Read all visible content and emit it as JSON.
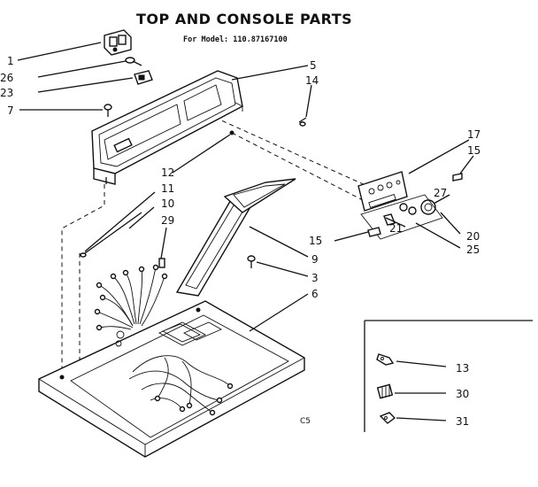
{
  "title": "TOP AND CONSOLE PARTS",
  "model_line": "For Model: 110.87167100",
  "reference_code": "C5",
  "callouts": [
    {
      "id": "1",
      "label": "1"
    },
    {
      "id": "26",
      "label": "26"
    },
    {
      "id": "23",
      "label": "23"
    },
    {
      "id": "7",
      "label": "7"
    },
    {
      "id": "5",
      "label": "5"
    },
    {
      "id": "14",
      "label": "14"
    },
    {
      "id": "17",
      "label": "17"
    },
    {
      "id": "15a",
      "label": "15"
    },
    {
      "id": "27",
      "label": "27"
    },
    {
      "id": "12",
      "label": "12"
    },
    {
      "id": "11",
      "label": "11"
    },
    {
      "id": "10",
      "label": "10"
    },
    {
      "id": "29",
      "label": "29"
    },
    {
      "id": "15b",
      "label": "15"
    },
    {
      "id": "21",
      "label": "21"
    },
    {
      "id": "20",
      "label": "20"
    },
    {
      "id": "25",
      "label": "25"
    },
    {
      "id": "9",
      "label": "9"
    },
    {
      "id": "3",
      "label": "3"
    },
    {
      "id": "6",
      "label": "6"
    },
    {
      "id": "13",
      "label": "13"
    },
    {
      "id": "30",
      "label": "30"
    },
    {
      "id": "31",
      "label": "31"
    }
  ]
}
